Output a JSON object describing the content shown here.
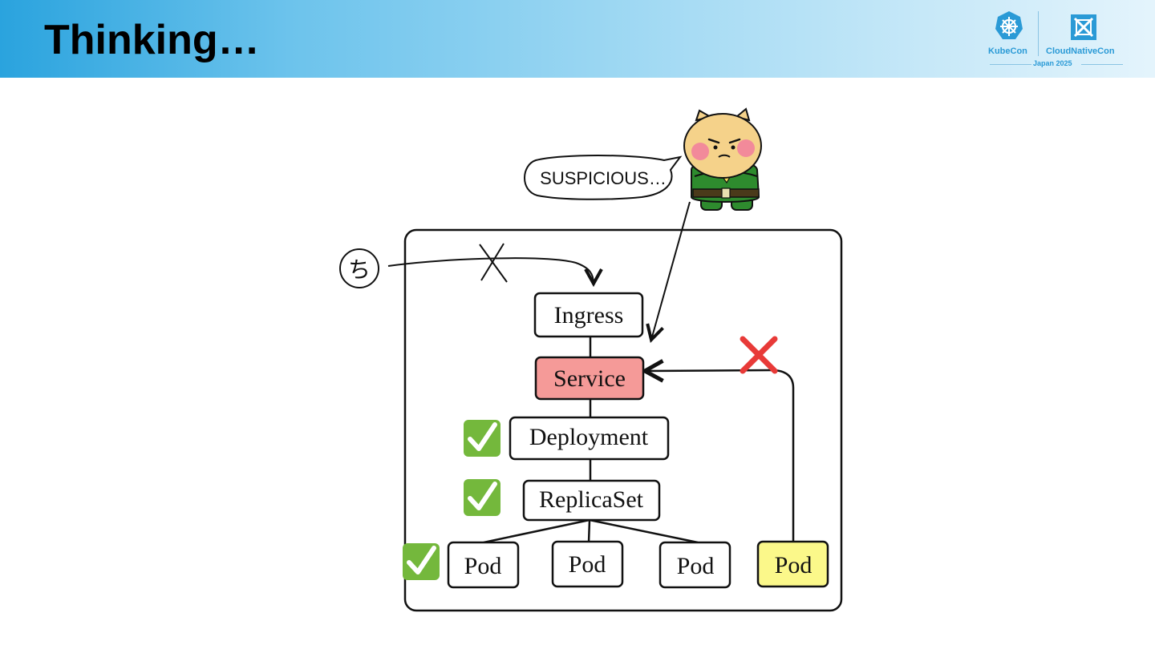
{
  "slide": {
    "title": "Thinking…"
  },
  "logo": {
    "kubecon": "KubeCon",
    "cloudnativecon": "CloudNativeCon",
    "event": "Japan 2025",
    "accent_color": "#2a9ad6"
  },
  "diagram": {
    "speech_bubble": "SUSPICIOUS…",
    "circled_char": "ち",
    "nodes": {
      "ingress": "Ingress",
      "service": "Service",
      "deployment": "Deployment",
      "replicaset": "ReplicaSet",
      "pod1": "Pod",
      "pod2": "Pod",
      "pod3": "Pod",
      "pod_rogue": "Pod"
    },
    "colors": {
      "service_fill": "#f59a98",
      "rogue_pod_fill": "#fbf88a",
      "check_green": "#74b83c",
      "cross_red": "#e83a38"
    },
    "icons": [
      "check-icon",
      "check-icon",
      "check-icon",
      "cross-icon",
      "strike-x-icon",
      "mascot-icon"
    ]
  }
}
